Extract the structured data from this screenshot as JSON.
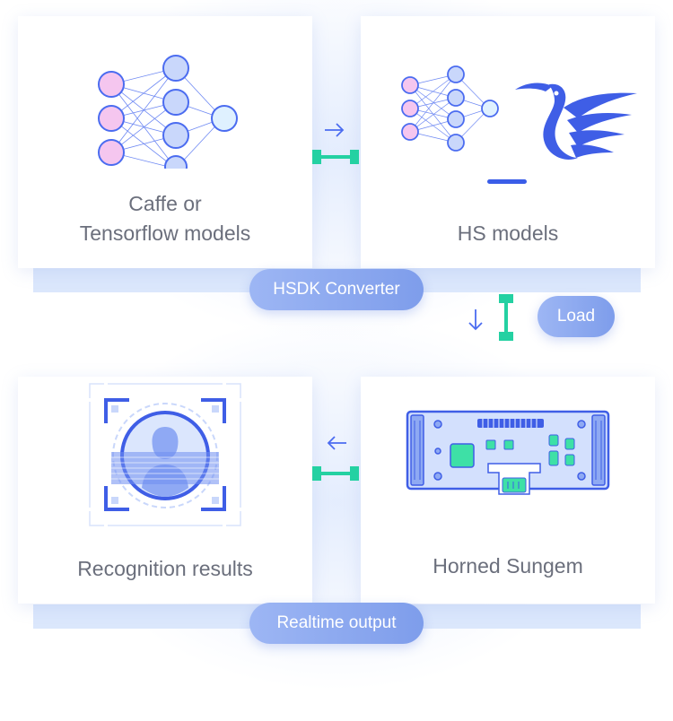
{
  "cards": {
    "caffe": {
      "line1": "Caffe or",
      "line2": "Tensorflow models"
    },
    "hs": {
      "label": "HS models"
    },
    "recognition": {
      "label": "Recognition results"
    },
    "sungem": {
      "label": "Horned Sungem"
    }
  },
  "pills": {
    "converter": "HSDK  Converter",
    "load": "Load",
    "output": "Realtime output"
  },
  "icons": {
    "arrow_right": "arrow-right-icon",
    "arrow_down": "arrow-down-icon",
    "arrow_left": "arrow-left-icon"
  },
  "colors": {
    "accent_blue": "#4b6cf0",
    "connector_teal": "#24d1a2",
    "neuron_pink": "#f5c6ef",
    "neuron_blue": "#c9d7fb",
    "pill_blue": "#8ea9ef"
  }
}
